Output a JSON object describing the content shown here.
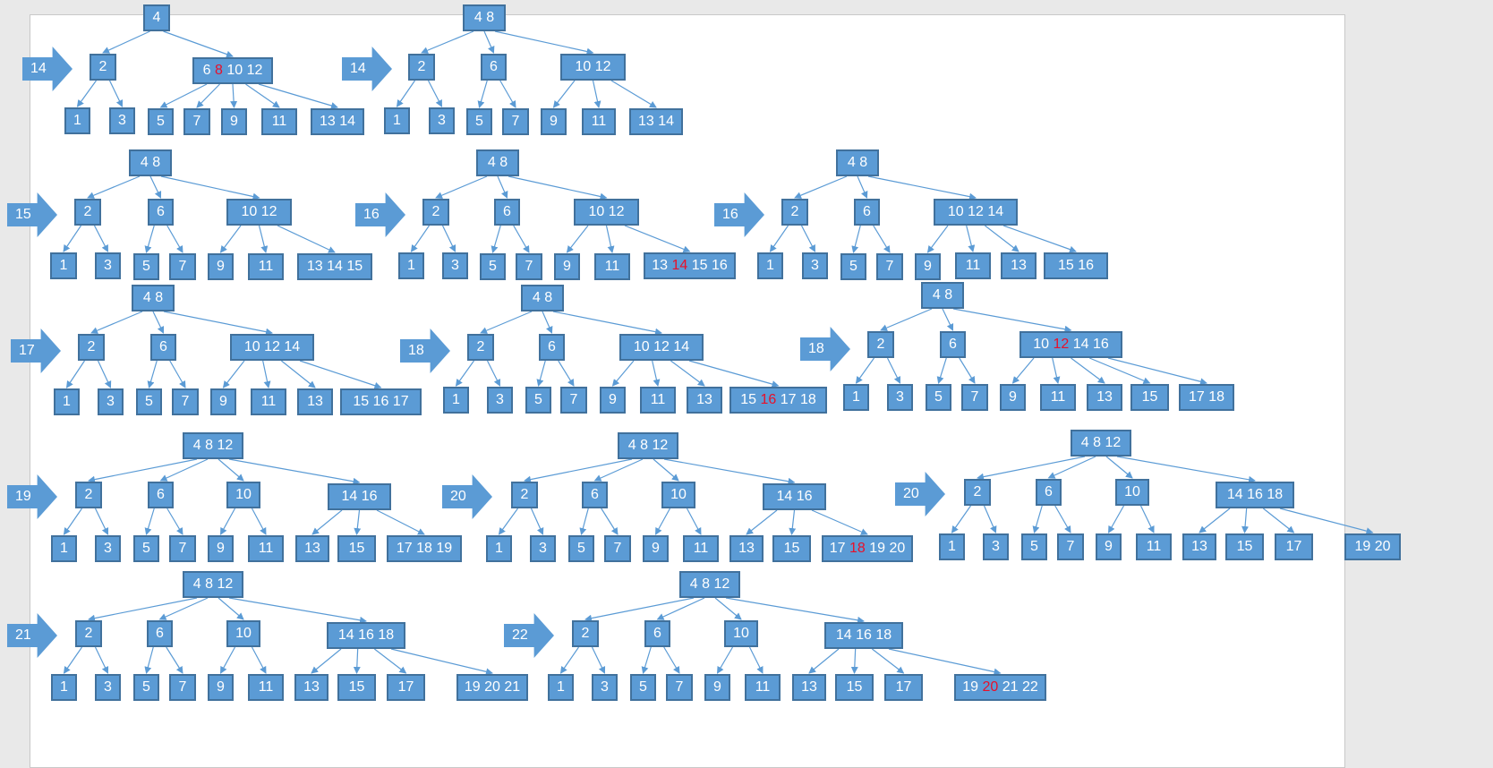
{
  "colors": {
    "node_fill": "#5b9bd5",
    "node_border": "#41719c",
    "edge": "#5b9bd5",
    "highlight": "#e8102a"
  },
  "steps": [
    {
      "arrow": "14",
      "root": [
        [
          "4"
        ]
      ],
      "internal": [
        [
          [
            "2"
          ]
        ],
        [
          [
            "6"
          ],
          [
            "8",
            true
          ],
          [
            "10 12"
          ]
        ]
      ],
      "leaves": [
        [
          [
            "1"
          ]
        ],
        [
          [
            "3"
          ]
        ],
        [
          [
            "5"
          ]
        ],
        [
          [
            "7"
          ]
        ],
        [
          [
            "9"
          ]
        ],
        [
          [
            "11"
          ]
        ],
        [
          [
            "13 14"
          ]
        ]
      ],
      "children": [
        [
          0,
          1
        ],
        [
          2,
          3,
          4,
          5,
          6
        ]
      ]
    },
    {
      "arrow": "14",
      "root": [
        [
          "4 8"
        ]
      ],
      "internal": [
        [
          [
            "2"
          ]
        ],
        [
          [
            "6"
          ]
        ],
        [
          [
            "10 12"
          ]
        ]
      ],
      "leaves": [
        [
          [
            "1"
          ]
        ],
        [
          [
            "3"
          ]
        ],
        [
          [
            "5"
          ]
        ],
        [
          [
            "7"
          ]
        ],
        [
          [
            "9"
          ]
        ],
        [
          [
            "11"
          ]
        ],
        [
          [
            "13 14"
          ]
        ]
      ],
      "children": [
        [
          0,
          1
        ],
        [
          2,
          3
        ],
        [
          4,
          5,
          6
        ]
      ]
    },
    {
      "arrow": "15",
      "root": [
        [
          "4 8"
        ]
      ],
      "internal": [
        [
          [
            "2"
          ]
        ],
        [
          [
            "6"
          ]
        ],
        [
          [
            "10 12"
          ]
        ]
      ],
      "leaves": [
        [
          [
            "1"
          ]
        ],
        [
          [
            "3"
          ]
        ],
        [
          [
            "5"
          ]
        ],
        [
          [
            "7"
          ]
        ],
        [
          [
            "9"
          ]
        ],
        [
          [
            "11"
          ]
        ],
        [
          [
            "13 14 15"
          ]
        ]
      ],
      "children": [
        [
          0,
          1
        ],
        [
          2,
          3
        ],
        [
          4,
          5,
          6
        ]
      ]
    },
    {
      "arrow": "16",
      "root": [
        [
          "4 8"
        ]
      ],
      "internal": [
        [
          [
            "2"
          ]
        ],
        [
          [
            "6"
          ]
        ],
        [
          [
            "10 12"
          ]
        ]
      ],
      "leaves": [
        [
          [
            "1"
          ]
        ],
        [
          [
            "3"
          ]
        ],
        [
          [
            "5"
          ]
        ],
        [
          [
            "7"
          ]
        ],
        [
          [
            "9"
          ]
        ],
        [
          [
            "11"
          ]
        ],
        [
          [
            "13"
          ],
          [
            "14",
            true
          ],
          [
            "15 16"
          ]
        ]
      ],
      "children": [
        [
          0,
          1
        ],
        [
          2,
          3
        ],
        [
          4,
          5,
          6
        ]
      ]
    },
    {
      "arrow": "16",
      "root": [
        [
          "4 8"
        ]
      ],
      "internal": [
        [
          [
            "2"
          ]
        ],
        [
          [
            "6"
          ]
        ],
        [
          [
            "10 12 14"
          ]
        ]
      ],
      "leaves": [
        [
          [
            "1"
          ]
        ],
        [
          [
            "3"
          ]
        ],
        [
          [
            "5"
          ]
        ],
        [
          [
            "7"
          ]
        ],
        [
          [
            "9"
          ]
        ],
        [
          [
            "11"
          ]
        ],
        [
          [
            "13"
          ]
        ],
        [
          [
            "15 16"
          ]
        ]
      ],
      "children": [
        [
          0,
          1
        ],
        [
          2,
          3
        ],
        [
          4,
          5,
          6,
          7
        ]
      ]
    },
    {
      "arrow": "17",
      "root": [
        [
          "4 8"
        ]
      ],
      "internal": [
        [
          [
            "2"
          ]
        ],
        [
          [
            "6"
          ]
        ],
        [
          [
            "10 12 14"
          ]
        ]
      ],
      "leaves": [
        [
          [
            "1"
          ]
        ],
        [
          [
            "3"
          ]
        ],
        [
          [
            "5"
          ]
        ],
        [
          [
            "7"
          ]
        ],
        [
          [
            "9"
          ]
        ],
        [
          [
            "11"
          ]
        ],
        [
          [
            "13"
          ]
        ],
        [
          [
            "15 16 17"
          ]
        ]
      ],
      "children": [
        [
          0,
          1
        ],
        [
          2,
          3
        ],
        [
          4,
          5,
          6,
          7
        ]
      ]
    },
    {
      "arrow": "18",
      "root": [
        [
          "4 8"
        ]
      ],
      "internal": [
        [
          [
            "2"
          ]
        ],
        [
          [
            "6"
          ]
        ],
        [
          [
            "10 12 14"
          ]
        ]
      ],
      "leaves": [
        [
          [
            "1"
          ]
        ],
        [
          [
            "3"
          ]
        ],
        [
          [
            "5"
          ]
        ],
        [
          [
            "7"
          ]
        ],
        [
          [
            "9"
          ]
        ],
        [
          [
            "11"
          ]
        ],
        [
          [
            "13"
          ]
        ],
        [
          [
            "15"
          ],
          [
            "16",
            true
          ],
          [
            "17 18"
          ]
        ]
      ],
      "children": [
        [
          0,
          1
        ],
        [
          2,
          3
        ],
        [
          4,
          5,
          6,
          7
        ]
      ]
    },
    {
      "arrow": "18",
      "root": [
        [
          "4 8"
        ]
      ],
      "internal": [
        [
          [
            "2"
          ]
        ],
        [
          [
            "6"
          ]
        ],
        [
          [
            "10"
          ],
          [
            "12",
            true
          ],
          [
            "14 16"
          ]
        ]
      ],
      "leaves": [
        [
          [
            "1"
          ]
        ],
        [
          [
            "3"
          ]
        ],
        [
          [
            "5"
          ]
        ],
        [
          [
            "7"
          ]
        ],
        [
          [
            "9"
          ]
        ],
        [
          [
            "11"
          ]
        ],
        [
          [
            "13"
          ]
        ],
        [
          [
            "15"
          ]
        ],
        [
          [
            "17 18"
          ]
        ]
      ],
      "children": [
        [
          0,
          1
        ],
        [
          2,
          3
        ],
        [
          4,
          5,
          6,
          7,
          8
        ]
      ]
    },
    {
      "arrow": "19",
      "root": [
        [
          "4 8 12"
        ]
      ],
      "internal": [
        [
          [
            "2"
          ]
        ],
        [
          [
            "6"
          ]
        ],
        [
          [
            "10"
          ]
        ],
        [
          [
            "14 16"
          ]
        ]
      ],
      "leaves": [
        [
          [
            "1"
          ]
        ],
        [
          [
            "3"
          ]
        ],
        [
          [
            "5"
          ]
        ],
        [
          [
            "7"
          ]
        ],
        [
          [
            "9"
          ]
        ],
        [
          [
            "11"
          ]
        ],
        [
          [
            "13"
          ]
        ],
        [
          [
            "15"
          ]
        ],
        [
          [
            "17 18 19"
          ]
        ]
      ],
      "children": [
        [
          0,
          1
        ],
        [
          2,
          3
        ],
        [
          4,
          5
        ],
        [
          6,
          7,
          8
        ]
      ]
    },
    {
      "arrow": "20",
      "root": [
        [
          "4 8 12"
        ]
      ],
      "internal": [
        [
          [
            "2"
          ]
        ],
        [
          [
            "6"
          ]
        ],
        [
          [
            "10"
          ]
        ],
        [
          [
            "14 16"
          ]
        ]
      ],
      "leaves": [
        [
          [
            "1"
          ]
        ],
        [
          [
            "3"
          ]
        ],
        [
          [
            "5"
          ]
        ],
        [
          [
            "7"
          ]
        ],
        [
          [
            "9"
          ]
        ],
        [
          [
            "11"
          ]
        ],
        [
          [
            "13"
          ]
        ],
        [
          [
            "15"
          ]
        ],
        [
          [
            "17"
          ],
          [
            "18",
            true
          ],
          [
            "19 20"
          ]
        ]
      ],
      "children": [
        [
          0,
          1
        ],
        [
          2,
          3
        ],
        [
          4,
          5
        ],
        [
          6,
          7,
          8
        ]
      ]
    },
    {
      "arrow": "20",
      "root": [
        [
          "4 8 12"
        ]
      ],
      "internal": [
        [
          [
            "2"
          ]
        ],
        [
          [
            "6"
          ]
        ],
        [
          [
            "10"
          ]
        ],
        [
          [
            "14 16 18"
          ]
        ]
      ],
      "leaves": [
        [
          [
            "1"
          ]
        ],
        [
          [
            "3"
          ]
        ],
        [
          [
            "5"
          ]
        ],
        [
          [
            "7"
          ]
        ],
        [
          [
            "9"
          ]
        ],
        [
          [
            "11"
          ]
        ],
        [
          [
            "13"
          ]
        ],
        [
          [
            "15"
          ]
        ],
        [
          [
            "17"
          ]
        ],
        [
          [
            "19 20"
          ]
        ]
      ],
      "children": [
        [
          0,
          1
        ],
        [
          2,
          3
        ],
        [
          4,
          5
        ],
        [
          6,
          7,
          8,
          9
        ]
      ]
    },
    {
      "arrow": "21",
      "root": [
        [
          "4 8 12"
        ]
      ],
      "internal": [
        [
          [
            "2"
          ]
        ],
        [
          [
            "6"
          ]
        ],
        [
          [
            "10"
          ]
        ],
        [
          [
            "14 16 18"
          ]
        ]
      ],
      "leaves": [
        [
          [
            "1"
          ]
        ],
        [
          [
            "3"
          ]
        ],
        [
          [
            "5"
          ]
        ],
        [
          [
            "7"
          ]
        ],
        [
          [
            "9"
          ]
        ],
        [
          [
            "11"
          ]
        ],
        [
          [
            "13"
          ]
        ],
        [
          [
            "15"
          ]
        ],
        [
          [
            "17"
          ]
        ],
        [
          [
            "19 20 21"
          ]
        ]
      ],
      "children": [
        [
          0,
          1
        ],
        [
          2,
          3
        ],
        [
          4,
          5
        ],
        [
          6,
          7,
          8,
          9
        ]
      ]
    },
    {
      "arrow": "22",
      "root": [
        [
          "4 8 12"
        ]
      ],
      "internal": [
        [
          [
            "2"
          ]
        ],
        [
          [
            "6"
          ]
        ],
        [
          [
            "10"
          ]
        ],
        [
          [
            "14 16 18"
          ]
        ]
      ],
      "leaves": [
        [
          [
            "1"
          ]
        ],
        [
          [
            "3"
          ]
        ],
        [
          [
            "5"
          ]
        ],
        [
          [
            "7"
          ]
        ],
        [
          [
            "9"
          ]
        ],
        [
          [
            "11"
          ]
        ],
        [
          [
            "13"
          ]
        ],
        [
          [
            "15"
          ]
        ],
        [
          [
            "17"
          ]
        ],
        [
          [
            "19"
          ],
          [
            "20",
            true
          ],
          [
            "21 22"
          ]
        ]
      ],
      "children": [
        [
          0,
          1
        ],
        [
          2,
          3
        ],
        [
          4,
          5
        ],
        [
          6,
          7,
          8,
          9
        ]
      ]
    }
  ]
}
